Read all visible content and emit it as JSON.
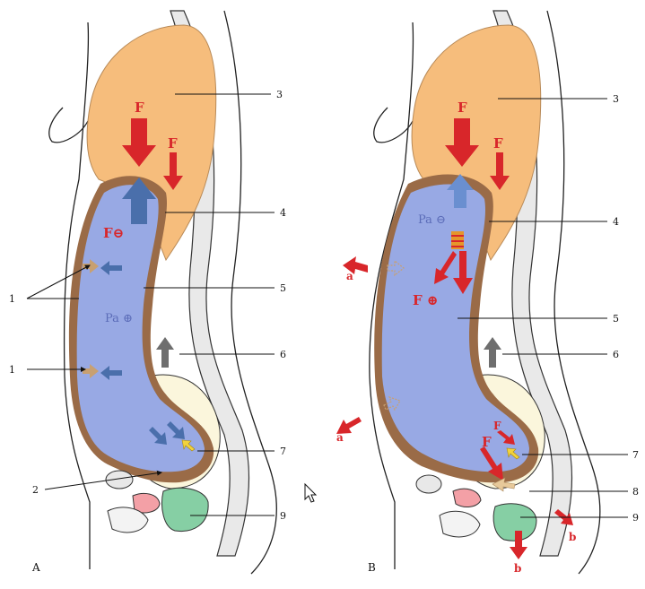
{
  "panels": {
    "A": {
      "label": "A",
      "callouts": [
        "1",
        "1",
        "2",
        "3",
        "4",
        "5",
        "6",
        "7",
        "9"
      ],
      "force_labels": [
        "F",
        "F",
        "F⊖"
      ],
      "pressure_label": "Pa ⊕"
    },
    "B": {
      "label": "B",
      "callouts": [
        "3",
        "4",
        "5",
        "6",
        "7",
        "8",
        "9"
      ],
      "force_labels": [
        "F",
        "F",
        "F ⊕",
        "F",
        "F"
      ],
      "pressure_label": "Pa ⊖",
      "direction_labels": [
        "a",
        "a",
        "b",
        "b"
      ]
    }
  },
  "colors": {
    "diaphragm_region": "#f6bd7c",
    "abdomen": "#98a9e4",
    "wall": "#9a6b47",
    "pelvic_floor": "#fbf6dc",
    "spine": "#e9e9e9",
    "force_arrow": "#d8262a",
    "pressure_arrow": "#4a6fab",
    "relief_arrow": "#c8a071",
    "muscle_green": "#86cfa4",
    "muscle_pink": "#f3a0a6",
    "spine_arrow": "#6e6e6e",
    "pelvic_arrow": "#f2d23c"
  },
  "cursor": "arrow-cursor-icon"
}
